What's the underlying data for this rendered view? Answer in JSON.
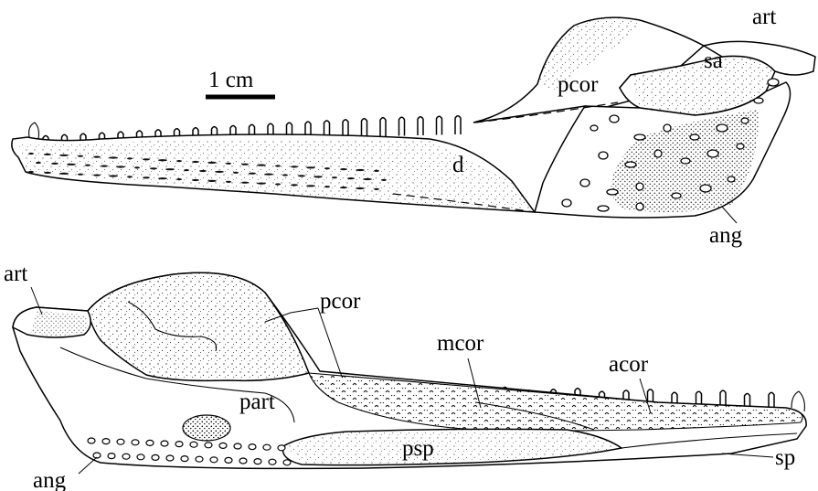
{
  "scale_bar": {
    "label": "1 cm"
  },
  "lateral_view": {
    "labels": {
      "art": "art",
      "sa": "sa",
      "pcor": "pcor",
      "d": "d",
      "ang": "ang"
    }
  },
  "medial_view": {
    "labels": {
      "art": "art",
      "pcor": "pcor",
      "mcor": "mcor",
      "acor": "acor",
      "part": "part",
      "psp": "psp",
      "ang": "ang",
      "sp": "sp"
    }
  },
  "colors": {
    "ink": "#000000",
    "paper": "#ffffff"
  }
}
